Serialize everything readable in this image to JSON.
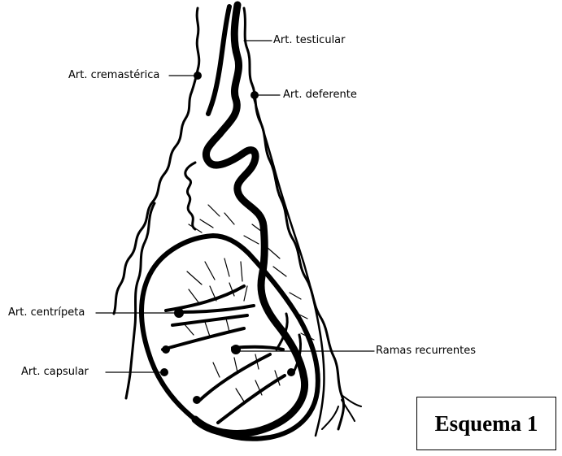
{
  "labels": {
    "testicular": "Art. testicular",
    "cremasterica": "Art. cremastérica",
    "deferente": "Art. deferente",
    "centripeta": "Art. centrípeta",
    "capsular": "Art. capsular",
    "recurrentes": "Ramas recurrentes"
  },
  "title": "Esquema 1",
  "colors": {
    "ink": "#000000",
    "background": "#ffffff"
  }
}
